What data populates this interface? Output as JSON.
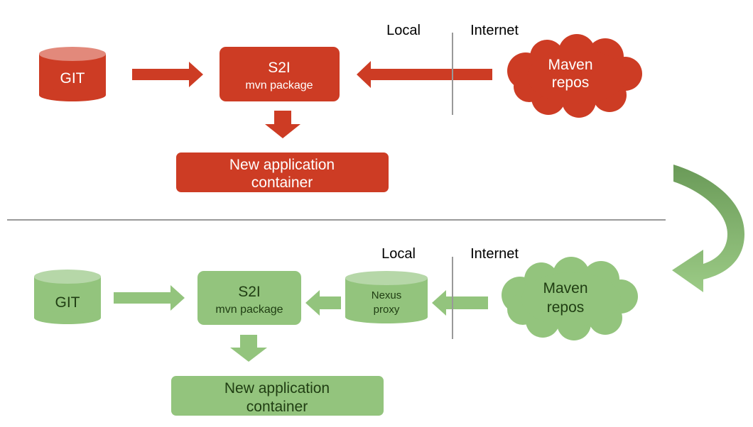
{
  "colors": {
    "red": "#cd3c24",
    "red_light": "#e2897b",
    "green": "#93c47d",
    "green_light": "#b6d7a8",
    "green_dark_arrow": "#6a9a58",
    "text_light": "#ffffff",
    "text_dark": "#1f3d12",
    "line": "#999999"
  },
  "top": {
    "git_label": "GIT",
    "s2i_title": "S2I",
    "s2i_sub": "mvn package",
    "maven_line1": "Maven",
    "maven_line2": "repos",
    "new_app_line1": "New application",
    "new_app_line2": "container",
    "local_label": "Local",
    "internet_label": "Internet"
  },
  "bottom": {
    "git_label": "GIT",
    "s2i_title": "S2I",
    "s2i_sub": "mvn package",
    "nexus_line1": "Nexus",
    "nexus_line2": "proxy",
    "maven_line1": "Maven",
    "maven_line2": "repos",
    "new_app_line1": "New application",
    "new_app_line2": "container",
    "local_label": "Local",
    "internet_label": "Internet"
  }
}
